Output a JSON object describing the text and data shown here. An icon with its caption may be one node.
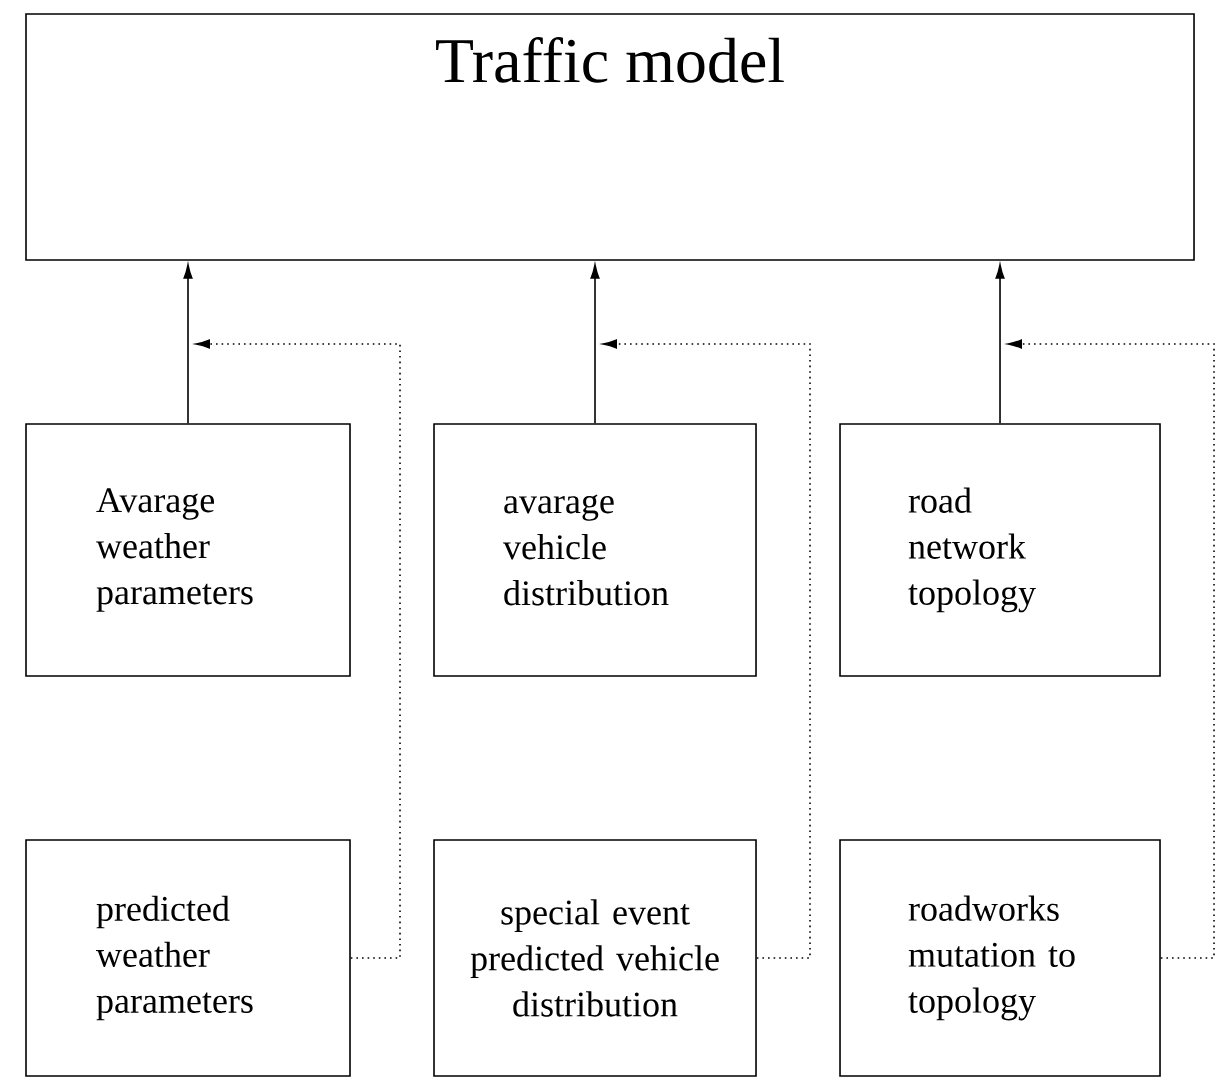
{
  "diagram": {
    "nodes": [
      {
        "text": [
          "Traffic model"
        ]
      },
      {
        "text": [
          "Avarage weather parameters"
        ]
      },
      {
        "text": [
          "avarage vehicle distribution"
        ]
      },
      {
        "text": [
          "road network topology"
        ]
      },
      {
        "text": [
          "predicted weather parameters"
        ]
      },
      {
        "text": [
          "special event predicted vehicle distribution"
        ]
      },
      {
        "text": [
          "roadworks mutation to topology"
        ]
      }
    ],
    "edges": [
      {
        "from": 1,
        "to": 0,
        "arrow": "to"
      },
      {
        "from": 2,
        "to": 0,
        "arrow": "to"
      },
      {
        "from": 3,
        "to": 0,
        "arrow": "to"
      },
      {
        "from": 4,
        "to": null,
        "arrow": "to",
        "style": "dashed"
      },
      {
        "from": 5,
        "to": null,
        "arrow": "to",
        "style": "dashed"
      },
      {
        "from": 6,
        "to": null,
        "arrow": "to",
        "style": "dashed"
      }
    ]
  }
}
